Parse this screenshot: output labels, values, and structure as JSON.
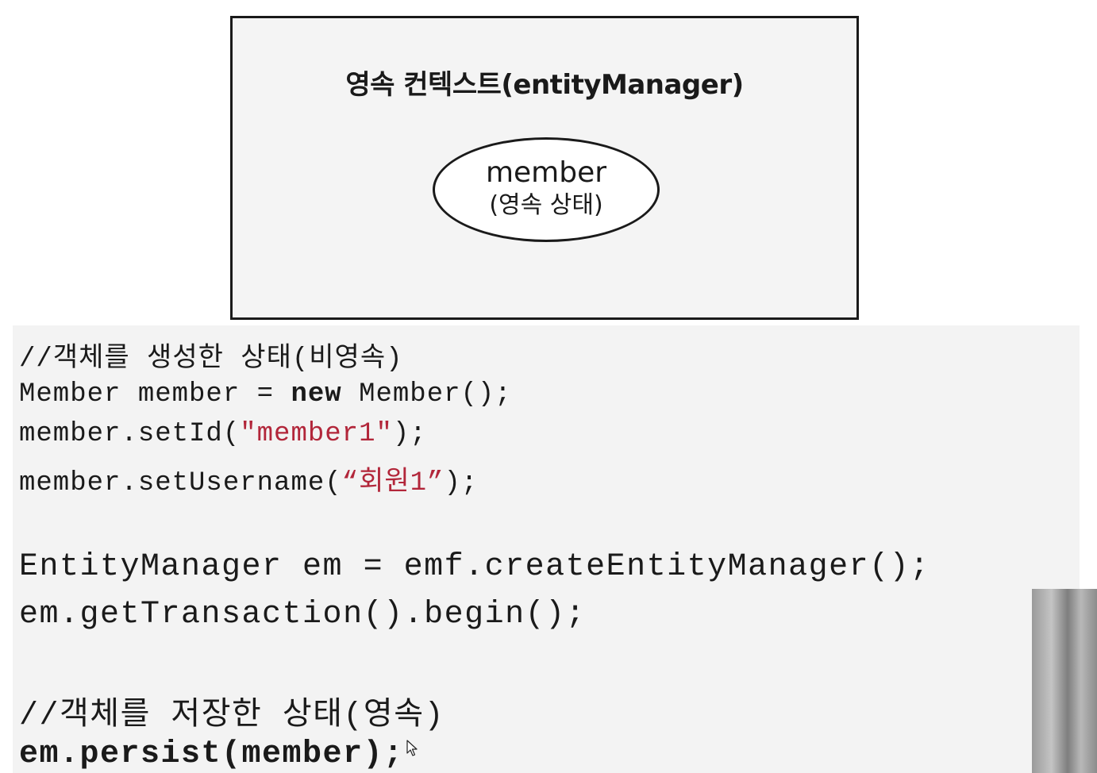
{
  "diagram": {
    "title": "영속 컨텍스트(entityManager)",
    "entity": {
      "name": "member",
      "state": "(영속 상태)"
    }
  },
  "code": {
    "comment_create": "//객체를 생성한 상태(비영속)",
    "line_new": {
      "before": "Member member = ",
      "keyword": "new",
      "after": " Member();"
    },
    "line_setid": {
      "before": "member.setId(",
      "string": "\"member1\"",
      "after": ");"
    },
    "line_setusername": {
      "before": "member.setUsername(",
      "string": "“회원1”",
      "after": ");"
    },
    "line_em": "EntityManager em = emf.createEntityManager();",
    "line_begin": "em.getTransaction().begin();",
    "comment_save": "//객체를 저장한 상태(영속)",
    "line_persist": "em.persist(member);"
  },
  "colors": {
    "string_literal": "#b2263a",
    "code_background": "#f3f3f3",
    "diagram_background": "#f4f4f4"
  }
}
